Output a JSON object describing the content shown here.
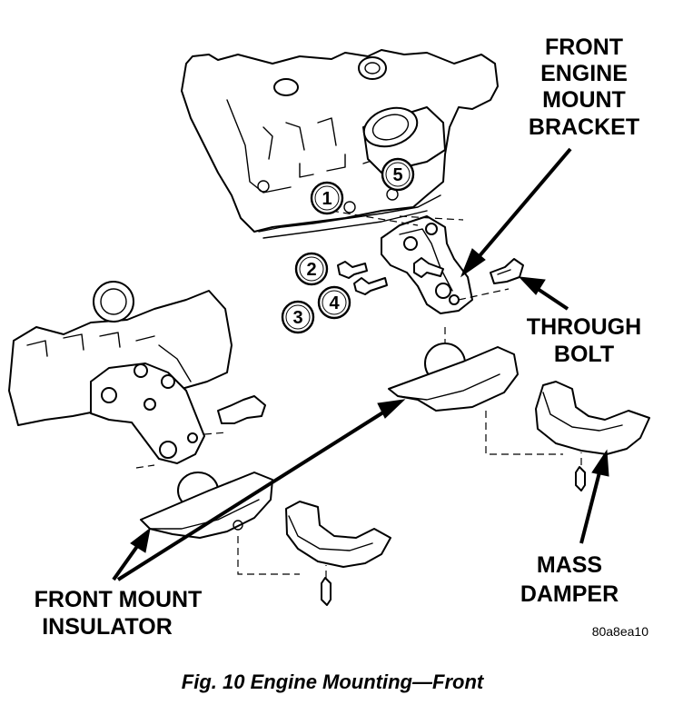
{
  "labels": {
    "front_engine_mount_bracket": [
      "FRONT",
      "ENGINE",
      "MOUNT",
      "BRACKET"
    ],
    "through_bolt": [
      "THROUGH",
      "BOLT"
    ],
    "front_mount_insulator": [
      "FRONT MOUNT",
      "INSULATOR"
    ],
    "mass_damper": [
      "MASS",
      "DAMPER"
    ]
  },
  "callouts": [
    "1",
    "2",
    "3",
    "4",
    "5"
  ],
  "figure_code": "80a8ea10",
  "caption": "Fig. 10 Engine Mounting—Front"
}
